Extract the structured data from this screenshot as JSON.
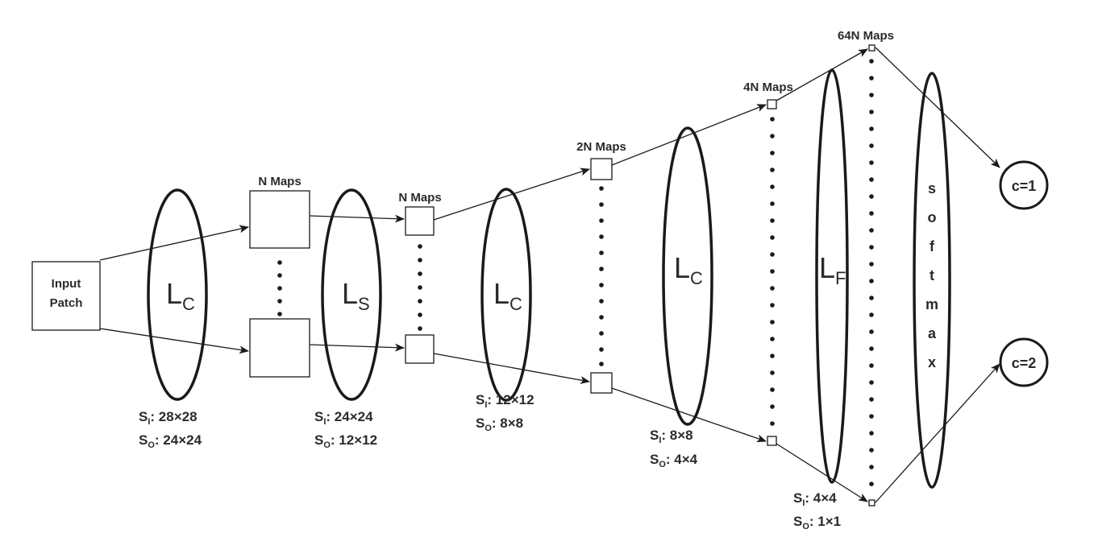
{
  "input": {
    "line1": "Input",
    "line2": "Patch"
  },
  "layers": [
    {
      "main": "L",
      "sub": "C",
      "si": "28×28",
      "so": "24×24"
    },
    {
      "main": "L",
      "sub": "S",
      "si": "24×24",
      "so": "12×12"
    },
    {
      "main": "L",
      "sub": "C",
      "si": "12×12",
      "so": "8×8"
    },
    {
      "main": "L",
      "sub": "C",
      "si": "8×8",
      "so": "4×4"
    },
    {
      "main": "L",
      "sub": "F",
      "si": "4×4",
      "so": "1×1"
    }
  ],
  "size_prefix": {
    "letter": "S",
    "in_sub": "I",
    "out_sub": "O"
  },
  "maps": [
    "N Maps",
    "N Maps",
    "2N Maps",
    "4N Maps",
    "64N Maps"
  ],
  "softmax_letters": [
    "s",
    "o",
    "f",
    "t",
    "m",
    "a",
    "x"
  ],
  "outputs": [
    "c=1",
    "c=2"
  ]
}
